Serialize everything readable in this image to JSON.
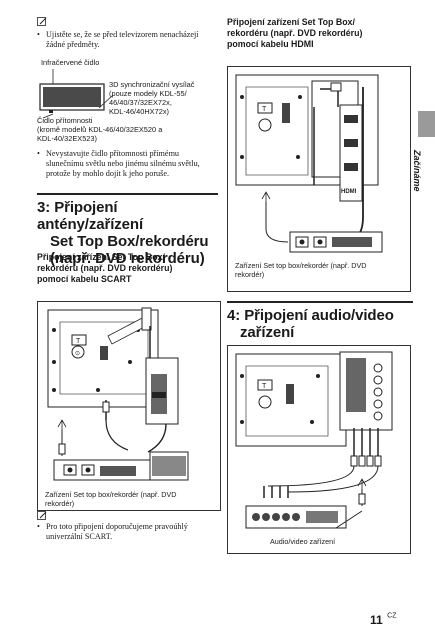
{
  "left_column": {
    "note_bullet_1": "Ujistěte se, že se před televizorem nenacházejí žádné předměty.",
    "figure_ir": {
      "label_infrared": "Infračervené čidlo",
      "label_sync_1": "3D synchronizační vysílač",
      "label_sync_2": "(pouze modely KDL-55/",
      "label_sync_3": "46/40/37/32EX72x,",
      "label_sync_4": "KDL-46/40HX72x)",
      "label_presence_1": "Čidlo přítomnosti",
      "label_presence_2": "(kromě modelů KDL-46/40/32EX520 a",
      "label_presence_3": "KDL-40/32EX523)"
    },
    "bullet_2": "Nevystavujte čidlo přítomnosti přímému slunečnímu světlu nebo jinému silnému světlu, protože by mohlo dojít k jeho poruše.",
    "section3_heading_line1": "3: Připojení antény/zařízení",
    "section3_heading_line2": "Set Top Box/rekordéru",
    "section3_heading_line3": "(např. DVD rekordéru)",
    "scart_sub_1": "Připojení zařízení Set Top Box/",
    "scart_sub_2": "rekordéru (např. DVD rekordéru)",
    "scart_sub_3": "pomocí kabelu SCART",
    "scart_caption_1": "Zařízení Set top box/rekordér (např. DVD",
    "scart_caption_2": "rekordér)",
    "bullet_3": "Pro toto připojení doporučujeme pravoúhlý univerzální SCART."
  },
  "right_column": {
    "hdmi_sub_1": "Připojení zařízení Set Top Box/",
    "hdmi_sub_2": "rekordéru (např. DVD rekordéru)",
    "hdmi_sub_3": "pomocí kabelu HDMI",
    "hdmi_caption_1": "Zařízení Set top box/rekordér (např. DVD",
    "hdmi_caption_2": "rekordér)",
    "section4_heading_line1": "4: Připojení audio/video",
    "section4_heading_line2": "zařízení",
    "av_caption": "Audio/video zařízení"
  },
  "side_tab": "Začínáme",
  "page_number": "11",
  "page_lang": "CZ",
  "colors": {
    "rule": "#222222",
    "side_tab": "#9a9a9a",
    "line_art": "#222222"
  }
}
